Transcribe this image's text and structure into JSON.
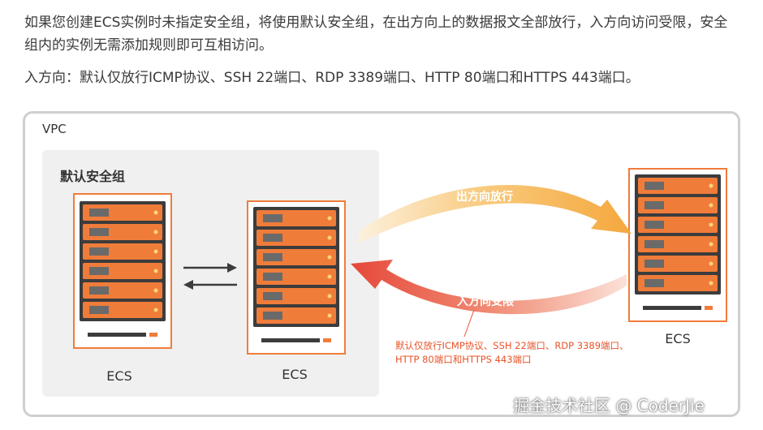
{
  "intro": {
    "paragraph": "如果您创建ECS实例时未指定安全组，将使用默认安全组，在出方向上的数据报文全部放行，入方向访问受限，安全组内的实例无需添加规则即可互相访问。",
    "inbound_line": "入方向：默认仅放行ICMP协议、SSH 22端口、RDP 3389端口、HTTP 80端口和HTTPS 443端口。"
  },
  "diagram": {
    "vpc_label": "VPC",
    "security_group_label": "默认安全组",
    "servers": [
      {
        "label": "ECS"
      },
      {
        "label": "ECS"
      },
      {
        "label": "ECS"
      }
    ],
    "outbound_label": "出方向放行",
    "inbound_label": "入方向受限",
    "inbound_note": "默认仅放行ICMP协议、SSH 22端口、RDP 3389端口、HTTP 80端口和HTTPS 443端口",
    "colors": {
      "server_orange": "#f07c3a",
      "server_dark": "#3c3c3c",
      "outbound_arrow": "#f6b24a",
      "inbound_arrow": "#ea4f3c",
      "note_text": "#e8542a"
    }
  },
  "watermark": "掘金技术社区 @ CoderJie"
}
